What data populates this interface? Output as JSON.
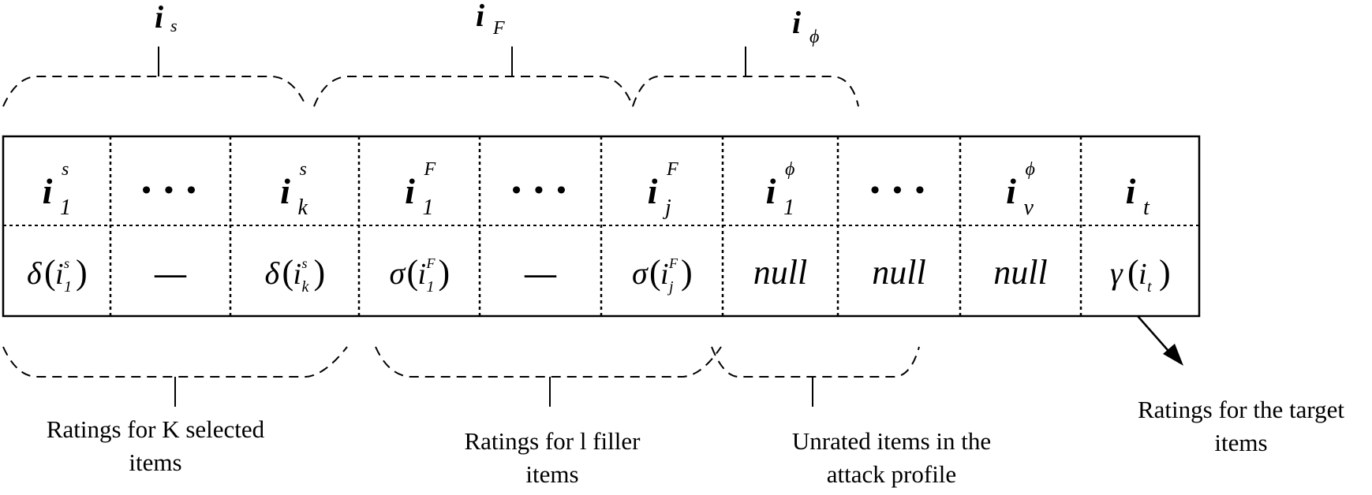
{
  "figure": {
    "description": "Structure of an attack profile"
  },
  "groups_top": [
    {
      "id": "selected",
      "label_base": "i",
      "label_sub": "s"
    },
    {
      "id": "filler",
      "label_base": "i",
      "label_sub": "F"
    },
    {
      "id": "unrated",
      "label_base": "i",
      "label_sub": "ϕ"
    }
  ],
  "table": {
    "header_row": [
      {
        "base": "i",
        "sub": "1",
        "sup": "s"
      },
      {
        "text": "• • •"
      },
      {
        "base": "i",
        "sub": "k",
        "sup": "s"
      },
      {
        "base": "i",
        "sub": "1",
        "sup": "F"
      },
      {
        "text": "• • •"
      },
      {
        "base": "i",
        "sub": "j",
        "sup": "F"
      },
      {
        "base": "i",
        "sub": "1",
        "sup": "ϕ"
      },
      {
        "text": "• • •"
      },
      {
        "base": "i",
        "sub": "v",
        "sup": "ϕ"
      },
      {
        "base": "i",
        "sub": "t",
        "sup": ""
      }
    ],
    "value_row": [
      {
        "fn": "δ",
        "base": "i",
        "sub": "1",
        "sup": "s"
      },
      {
        "text": "—"
      },
      {
        "fn": "δ",
        "base": "i",
        "sub": "k",
        "sup": "s"
      },
      {
        "fn": "σ",
        "base": "i",
        "sub": "1",
        "sup": "F"
      },
      {
        "text": "—"
      },
      {
        "fn": "σ",
        "base": "i",
        "sub": "j",
        "sup": "F"
      },
      {
        "text": "null"
      },
      {
        "text": "null"
      },
      {
        "text": "null"
      },
      {
        "fn": "γ",
        "base": "i",
        "sub": "t",
        "sup": ""
      }
    ]
  },
  "groups_bottom": [
    {
      "id": "selected",
      "lines": [
        "Ratings for K selected",
        "items"
      ]
    },
    {
      "id": "filler",
      "lines": [
        "Ratings for l filler",
        "items"
      ]
    },
    {
      "id": "unrated",
      "lines": [
        "Unrated items in the",
        "attack profile"
      ]
    }
  ],
  "target_caption": {
    "lines": [
      "Ratings for the target",
      "items"
    ]
  },
  "colors": {
    "stroke": "#000000",
    "background": "#ffffff"
  }
}
